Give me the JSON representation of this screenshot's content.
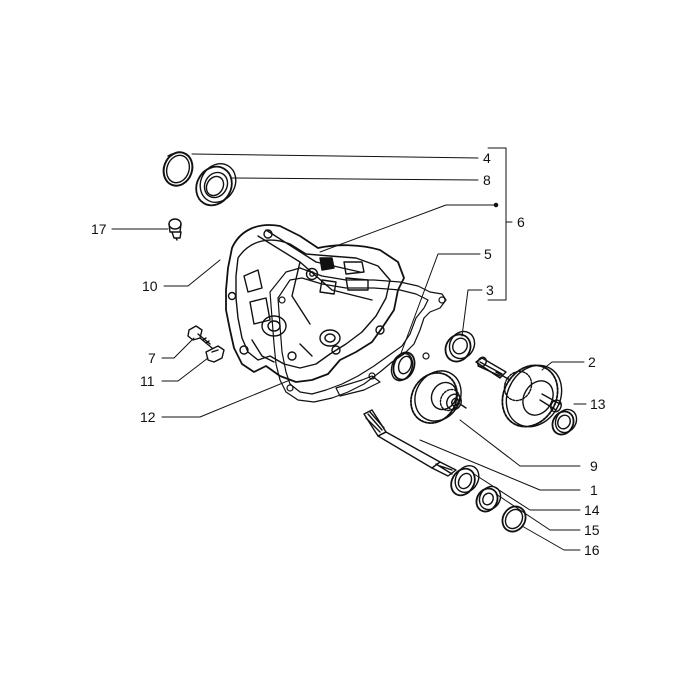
{
  "callouts": {
    "c1": "1",
    "c2": "2",
    "c3": "3",
    "c4": "4",
    "c5": "5",
    "c6": "6",
    "c7": "7",
    "c8": "8",
    "c9": "9",
    "c10": "10",
    "c11": "11",
    "c12": "12",
    "c13": "13",
    "c14": "14",
    "c15": "15",
    "c16": "16",
    "c17": "17"
  },
  "colors": {
    "ink": "#111111",
    "background": "#ffffff"
  }
}
